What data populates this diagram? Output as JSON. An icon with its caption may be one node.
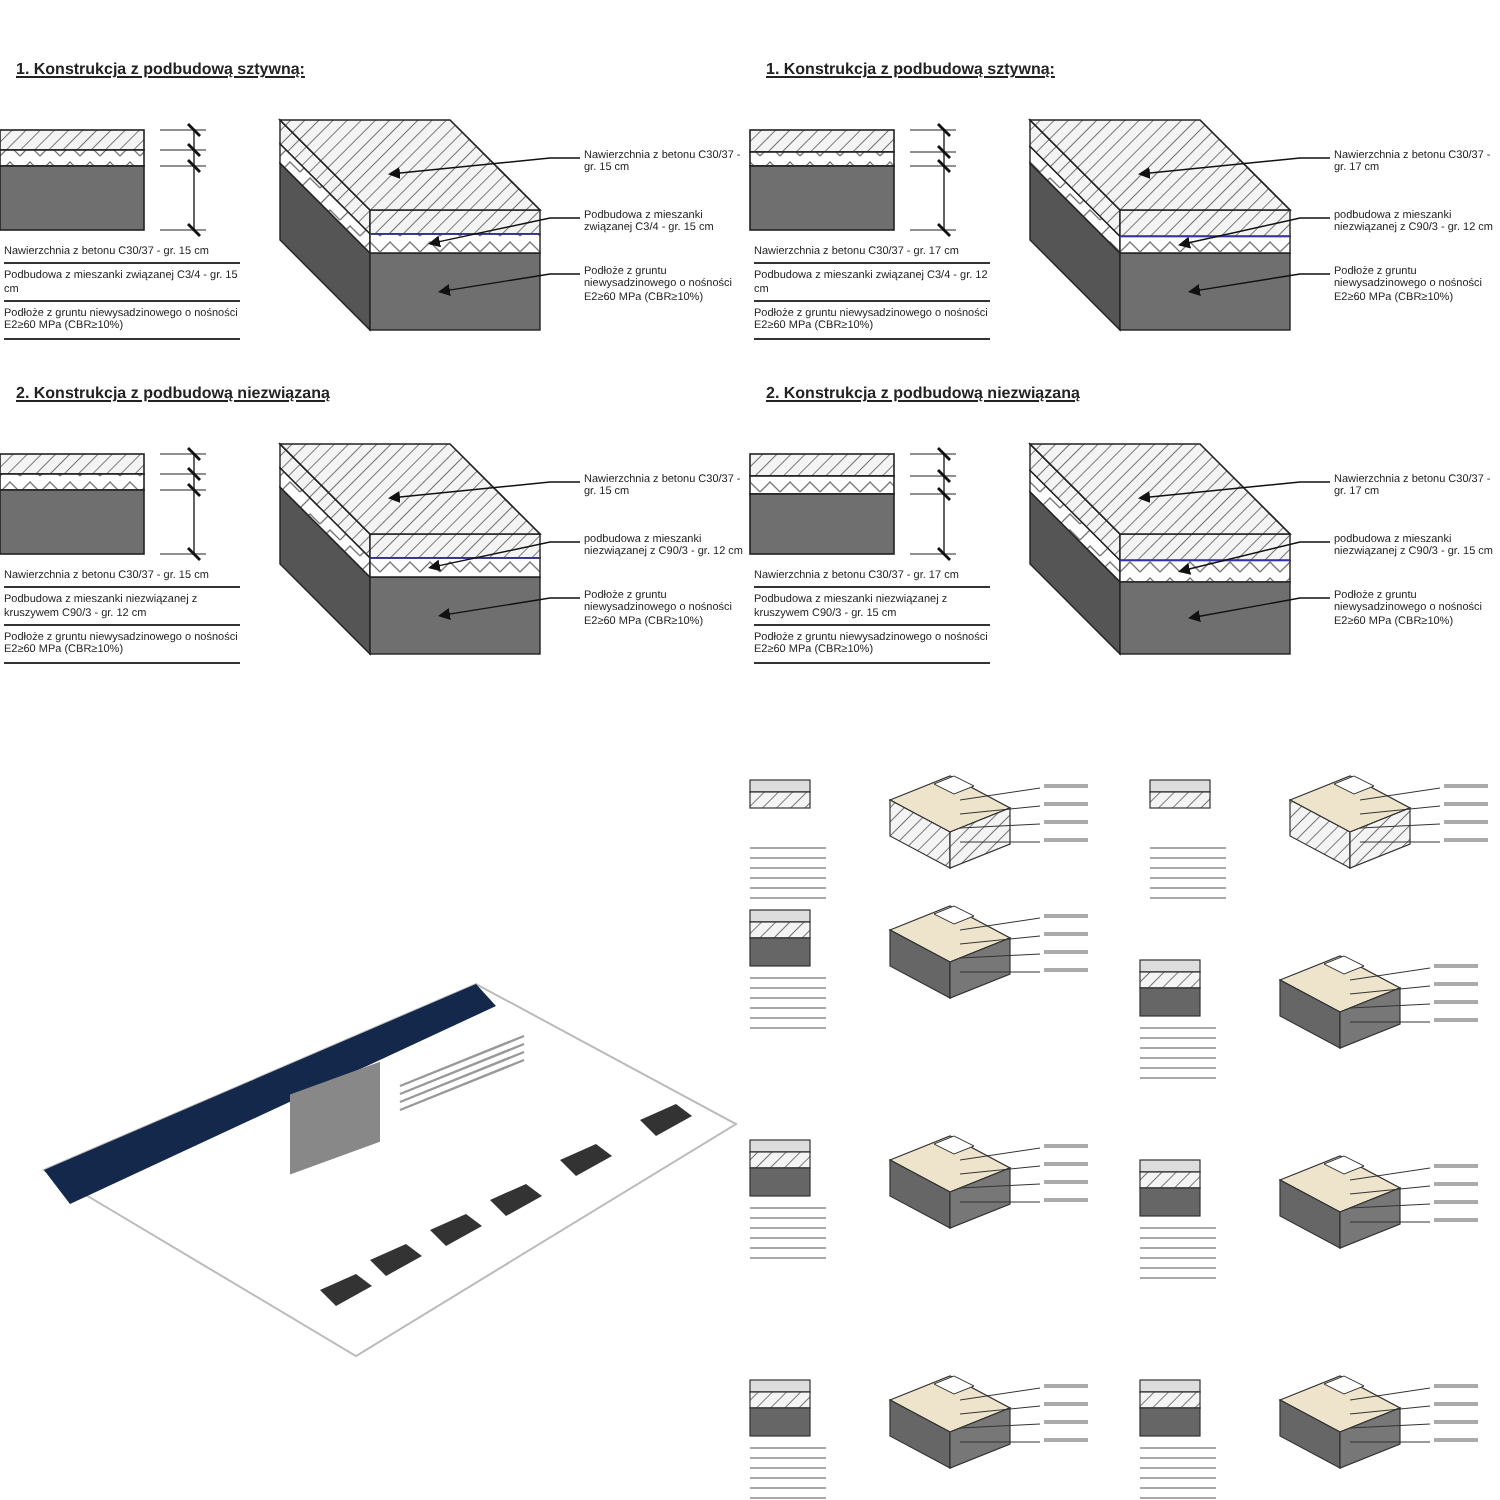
{
  "diagram": {
    "nodes": [
      {
        "text": [
          "Nawierzchnia z betonu C30/37 - gr. 15 cm"
        ]
      },
      {
        "text": [
          "Podbudowa z mieszanki związanej C3/4 - gr. 15 cm"
        ]
      },
      {
        "text": [
          "Podłoże z gruntu niewysadzinowego o nośności E2≥60 MPa (CBR≥10%)"
        ]
      },
      {
        "text": [
          "Nawierzchnia z betonu C30/37 - gr. 15 cm"
        ]
      },
      {
        "text": [
          "podbudowa z mieszanki niezwiązanej z C90/3 - gr. 12 cm"
        ]
      },
      {
        "text": [
          "Podłoże z gruntu niewysadzinowego o nośności E2≥60 MPa (CBR≥10%)"
        ]
      },
      {
        "text": [
          "Nawierzchnia z betonu C30/37 - gr. 17 cm"
        ]
      },
      {
        "text": [
          "podbudowa z mieszanki niezwiązanej z C90/3 - gr. 12 cm"
        ]
      },
      {
        "text": [
          "Podłoże z gruntu niewysadzinowego o nośności E2≥60 MPa (CBR≥10%)"
        ]
      },
      {
        "text": [
          "Nawierzchnia z betonu C30/37 - gr. 17 cm"
        ]
      },
      {
        "text": [
          "podbudowa z mieszanki niezwiązanej z C90/3 - gr. 15 cm"
        ]
      },
      {
        "text": [
          "Podłoże z gruntu niewysadzinowego o nośności E2≥60 MPa (CBR≥10%)"
        ]
      }
    ],
    "edges": [
      {
        "from": 0,
        "to": null,
        "arrow": "to"
      },
      {
        "from": 1,
        "to": null,
        "arrow": "to"
      },
      {
        "from": 2,
        "to": null,
        "arrow": "to"
      },
      {
        "from": 3,
        "to": null,
        "arrow": "to"
      },
      {
        "from": 4,
        "to": null,
        "arrow": "to"
      },
      {
        "from": 5,
        "to": null,
        "arrow": "to"
      },
      {
        "from": 6,
        "to": null,
        "arrow": "to"
      },
      {
        "from": 7,
        "to": null,
        "arrow": "to"
      },
      {
        "from": 8,
        "to": null,
        "arrow": "to"
      },
      {
        "from": 9,
        "to": null,
        "arrow": "to"
      },
      {
        "from": 10,
        "to": null,
        "arrow": "to"
      },
      {
        "from": 11,
        "to": null,
        "arrow": "to"
      }
    ],
    "labels": [
      "1. Konstrukcja z podbudową sztywną:",
      "Nawierzchnia z betonu C30/37 - gr. 15 cm",
      "Podbudowa z mieszanki związanej C3/4 - gr. 15 cm",
      "Podłoże z gruntu niewysadzinowego o nośności E2≥60 MPa (CBR≥10%)",
      "2. Konstrukcja z podbudową niezwiązaną",
      "Nawierzchnia z betonu C30/37 - gr. 15 cm",
      "Podbudowa z mieszanki niezwiązanej z kruszywem C90/3 - gr. 12 cm",
      "Podłoże z gruntu niewysadzinowego o nośności E2≥60 MPa (CBR≥10%)",
      "1. Konstrukcja z podbudową sztywną:",
      "Nawierzchnia z betonu C30/37 - gr. 17 cm",
      "Podbudowa z mieszanki związanej C3/4 - gr. 12 cm",
      "Podłoże z gruntu niewysadzinowego o nośności E2≥60 MPa (CBR≥10%)",
      "2. Konstrukcja z podbudową niezwiązaną",
      "Nawierzchnia z betonu C30/37 - gr. 17 cm",
      "Podbudowa z mieszanki niezwiązanej z kruszywem C90/3 - gr. 15 cm",
      "Podłoże z gruntu niewysadzinowego o nośności E2≥60 MPa (CBR≥10%)"
    ]
  }
}
